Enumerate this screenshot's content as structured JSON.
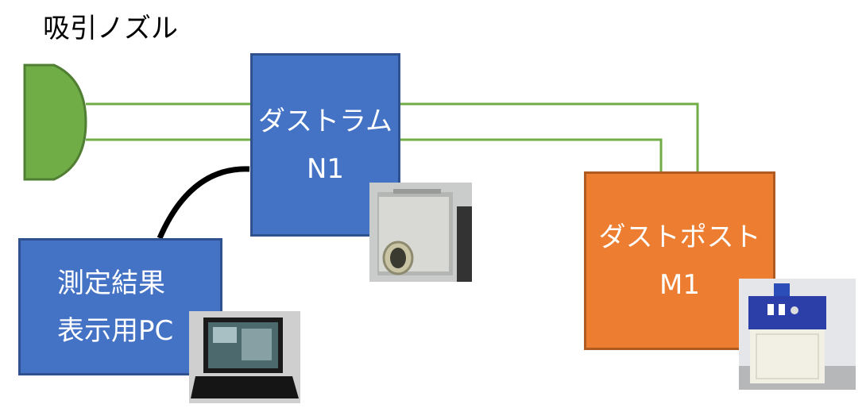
{
  "nozzle": {
    "label": "吸引ノズル",
    "color": "#70ad47"
  },
  "dustram": {
    "line1": "ダストラム",
    "line2": "N1"
  },
  "pc": {
    "line1": "測定結果",
    "line2": "表示用PC"
  },
  "dustpost": {
    "line1": "ダストポスト",
    "line2": "M1"
  },
  "colors": {
    "blue": "#4472c4",
    "orange": "#ed7d31",
    "pipe": "#70ad47",
    "cable": "#000000"
  }
}
